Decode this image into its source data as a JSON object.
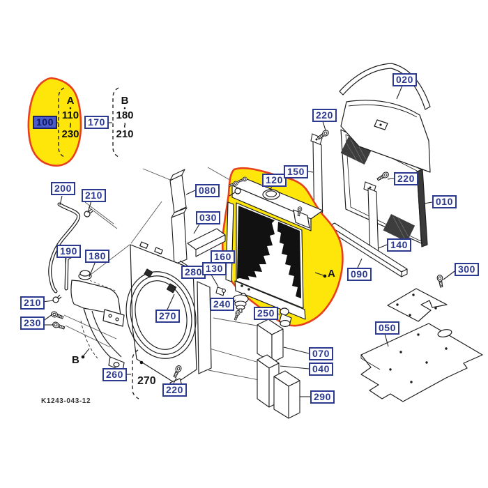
{
  "document": {
    "type": "exploded-parts-diagram",
    "drawing_number": "K1243-043-12"
  },
  "colors": {
    "background": "#ffffff",
    "line_art": "#1c1c1c",
    "label_border": "#2b3990",
    "label_text": "#2b3990",
    "selected_label_bg": "#4a5ccc",
    "selected_label_text": "#10165e",
    "highlight_fill": "#ffe60a",
    "highlight_stroke": "#e8401c"
  },
  "callouts": [
    {
      "text": "100",
      "selected": true
    },
    {
      "text": "170"
    },
    {
      "text": "200"
    },
    {
      "text": "210"
    },
    {
      "text": "190"
    },
    {
      "text": "180"
    },
    {
      "text": "210"
    },
    {
      "text": "230"
    },
    {
      "text": "080"
    },
    {
      "text": "030"
    },
    {
      "text": "280"
    },
    {
      "text": "130"
    },
    {
      "text": "160"
    },
    {
      "text": "240"
    },
    {
      "text": "250"
    },
    {
      "text": "120"
    },
    {
      "text": "150"
    },
    {
      "text": "220"
    },
    {
      "text": "220"
    },
    {
      "text": "010"
    },
    {
      "text": "020"
    },
    {
      "text": "140"
    },
    {
      "text": "090"
    },
    {
      "text": "300"
    },
    {
      "text": "050"
    },
    {
      "text": "070"
    },
    {
      "text": "040"
    },
    {
      "text": "290"
    },
    {
      "text": "260"
    },
    {
      "text": "220"
    },
    {
      "text": "270"
    }
  ],
  "group_brackets": [
    {
      "letter": "A",
      "dot": "•",
      "range_start": "110",
      "range_symbol": "~",
      "range_end": "230"
    },
    {
      "letter": "B",
      "dot": "•",
      "range_start": "180",
      "range_symbol": "~",
      "range_end": "210"
    }
  ],
  "view_references": [
    {
      "letter": "A"
    },
    {
      "letter": "B"
    }
  ],
  "loose_labels": [
    {
      "text": "270"
    }
  ]
}
